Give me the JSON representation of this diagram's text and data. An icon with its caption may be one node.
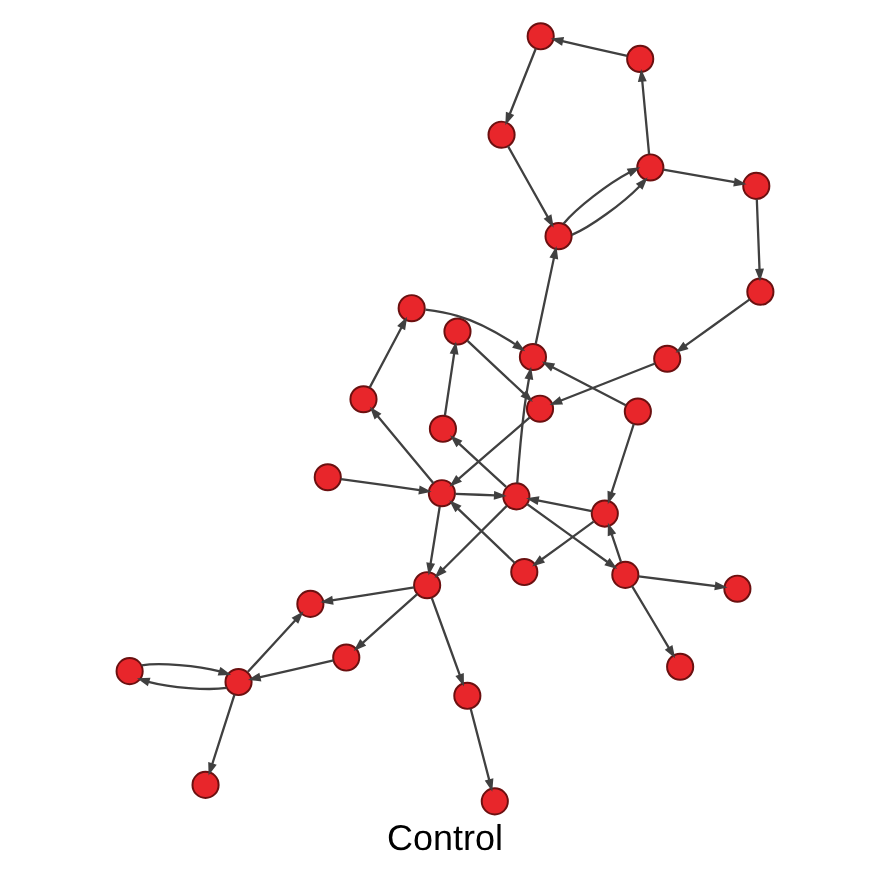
{
  "diagram": {
    "caption": "Control",
    "nodes": [
      {
        "text": [],
        "shape": "circle"
      },
      {
        "text": [],
        "shape": "circle"
      },
      {
        "text": [],
        "shape": "circle"
      },
      {
        "text": [],
        "shape": "circle"
      },
      {
        "text": [],
        "shape": "circle"
      },
      {
        "text": [],
        "shape": "circle"
      },
      {
        "text": [],
        "shape": "circle"
      },
      {
        "text": [],
        "shape": "circle"
      },
      {
        "text": [],
        "shape": "circle"
      },
      {
        "text": [],
        "shape": "circle"
      },
      {
        "text": [],
        "shape": "circle"
      },
      {
        "text": [],
        "shape": "circle"
      },
      {
        "text": [],
        "shape": "circle"
      },
      {
        "text": [],
        "shape": "circle"
      },
      {
        "text": [],
        "shape": "circle"
      },
      {
        "text": [],
        "shape": "circle"
      },
      {
        "text": [],
        "shape": "circle"
      },
      {
        "text": [],
        "shape": "circle"
      },
      {
        "text": [],
        "shape": "circle"
      },
      {
        "text": [],
        "shape": "circle"
      },
      {
        "text": [],
        "shape": "circle"
      },
      {
        "text": [],
        "shape": "circle"
      },
      {
        "text": [],
        "shape": "circle"
      },
      {
        "text": [],
        "shape": "circle"
      },
      {
        "text": [],
        "shape": "circle"
      },
      {
        "text": [],
        "shape": "circle"
      },
      {
        "text": [],
        "shape": "circle"
      },
      {
        "text": [],
        "shape": "circle"
      },
      {
        "text": [],
        "shape": "circle"
      },
      {
        "text": [],
        "shape": "circle"
      },
      {
        "text": [],
        "shape": "circle"
      }
    ],
    "edges": [
      {
        "from": 4,
        "to": 0,
        "arrow": "to"
      },
      {
        "from": 0,
        "to": 4,
        "arrow": "to"
      },
      {
        "from": 4,
        "to": 2,
        "arrow": "to"
      },
      {
        "from": 7,
        "to": 1,
        "arrow": "to"
      },
      {
        "from": 4,
        "to": 3,
        "arrow": "to"
      },
      {
        "from": 10,
        "to": 3,
        "arrow": "to"
      },
      {
        "from": 6,
        "to": 4,
        "arrow": "to"
      },
      {
        "from": 10,
        "to": 6,
        "arrow": "to"
      },
      {
        "from": 7,
        "to": 5,
        "arrow": "to"
      },
      {
        "from": 7,
        "to": 9,
        "arrow": "to"
      },
      {
        "from": 8,
        "to": 9,
        "arrow": "to"
      },
      {
        "from": 11,
        "to": 7,
        "arrow": "to"
      },
      {
        "from": 9,
        "to": 11,
        "arrow": "to"
      },
      {
        "from": 11,
        "to": 10,
        "arrow": "to"
      },
      {
        "from": 10,
        "to": 13,
        "arrow": "to"
      },
      {
        "from": 13,
        "to": 12,
        "arrow": "to"
      },
      {
        "from": 11,
        "to": 17,
        "arrow": "to"
      },
      {
        "from": 8,
        "to": 14,
        "arrow": "to"
      },
      {
        "from": 11,
        "to": 14,
        "arrow": "to"
      },
      {
        "from": 9,
        "to": 15,
        "arrow": "to"
      },
      {
        "from": 15,
        "to": 16,
        "arrow": "to"
      },
      {
        "from": 16,
        "to": 11,
        "arrow": "to"
      },
      {
        "from": 16,
        "to": 10,
        "arrow": "to"
      },
      {
        "from": 16,
        "to": 21,
        "arrow": "to"
      },
      {
        "from": 21,
        "to": 20,
        "arrow": "to"
      },
      {
        "from": 20,
        "to": 14,
        "arrow": "to"
      },
      {
        "from": 18,
        "to": 16,
        "arrow": "to"
      },
      {
        "from": 22,
        "to": 16,
        "arrow": "to"
      },
      {
        "from": 17,
        "to": 19,
        "arrow": "to"
      },
      {
        "from": 19,
        "to": 22,
        "arrow": "to"
      },
      {
        "from": 30,
        "to": 22,
        "arrow": "to"
      },
      {
        "from": 29,
        "to": 30,
        "arrow": "to"
      },
      {
        "from": 28,
        "to": 29,
        "arrow": "to"
      },
      {
        "from": 27,
        "to": 28,
        "arrow": "to"
      },
      {
        "from": 23,
        "to": 27,
        "arrow": "to"
      },
      {
        "from": 23,
        "to": 27,
        "arrow": "to"
      },
      {
        "from": 27,
        "to": 26,
        "arrow": "to"
      },
      {
        "from": 26,
        "to": 25,
        "arrow": "to"
      },
      {
        "from": 25,
        "to": 24,
        "arrow": "to"
      },
      {
        "from": 24,
        "to": 23,
        "arrow": "to"
      },
      {
        "from": 14,
        "to": 23,
        "arrow": "to"
      }
    ]
  }
}
